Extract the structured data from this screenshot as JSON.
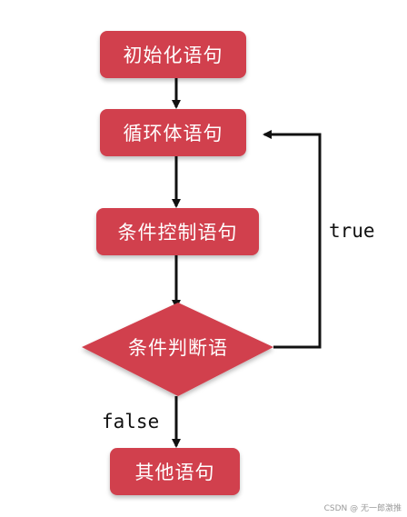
{
  "nodes": {
    "init": "初始化语句",
    "body": "循环体语句",
    "control": "条件控制语句",
    "condition": "条件判断语",
    "other": "其他语句"
  },
  "edges": {
    "true_label": "true",
    "false_label": "false"
  },
  "watermark": "CSDN @ 无一郎激推",
  "colors": {
    "node_fill": "#d1404d",
    "node_text": "#ffffff",
    "arrow": "#111111"
  }
}
